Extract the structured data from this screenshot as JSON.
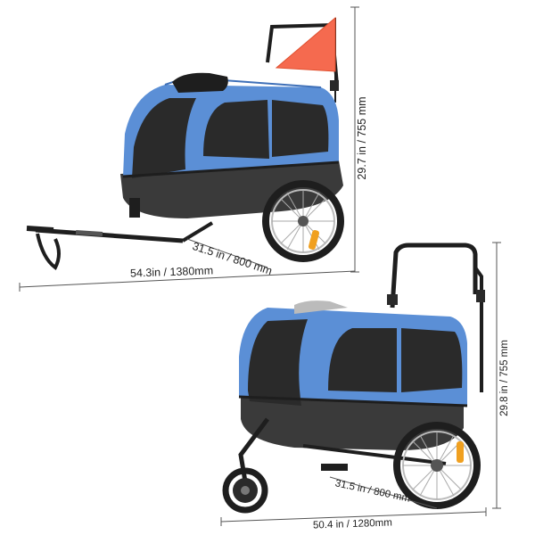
{
  "dimensions": {
    "trailer_height": "29.7 in / 755 mm",
    "trailer_wheel_span": "31.5 in / 800 mm",
    "trailer_total_length": "54.3in / 1380mm",
    "stroller_height": "29.8 in / 755 mm",
    "stroller_wheel_span": "31.5 in / 800 mm",
    "stroller_total_length": "50.4 in / 1280mm"
  },
  "colors": {
    "canopy_blue": "#5b8fd6",
    "canopy_blue_dark": "#3f70b8",
    "frame_black": "#1e1e1e",
    "base_gray": "#3a3a3a",
    "mesh": "#2a2a2a",
    "flag": "#f56a4f",
    "reflector": "#f0a020"
  }
}
